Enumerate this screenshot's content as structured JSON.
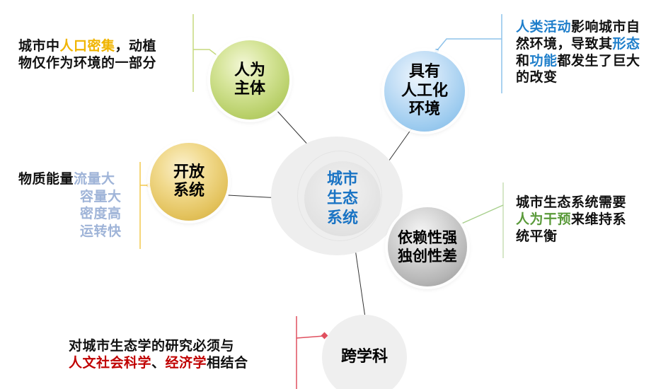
{
  "colors": {
    "orange_highlight": "#f0b400",
    "blue_highlight": "#1f7fcb",
    "lightblue_highlight": "#9fb4d8",
    "green_highlight": "#5a9a3a",
    "red_highlight": "#c00000",
    "center_text": "#1a74c4",
    "green_connector": "#b7cf5f",
    "blue_connector": "#8ec2ea",
    "yellow_connector": "#f2c94c",
    "lightgreen_connector": "#a9d08e",
    "red_connector": "#e0505f"
  },
  "center": {
    "label": "城市\n生态\n系统"
  },
  "nodes": {
    "human": {
      "label": "人为\n主体"
    },
    "artificial": {
      "label": "具有\n人工化\n环境"
    },
    "open": {
      "label": "开放\n系统"
    },
    "dependent": {
      "label": "依赖性强\n独创性差"
    },
    "cross": {
      "label": "跨学科"
    }
  },
  "notes": {
    "human": {
      "line1_pre": "城市中",
      "line1_hl": "人口密集",
      "line1_post": "，动植",
      "line2": "物仅作为环境的一部分"
    },
    "artificial": {
      "l1_hl": "人类活动",
      "l1_post": "影响城市自",
      "l2_pre": "然环境，导致其",
      "l2_hl": "形态",
      "l3_pre": "和",
      "l3_hl": "功能",
      "l3_post": "都发生了巨大",
      "l4": "的改变"
    },
    "open": {
      "prefix": "物质能量",
      "items": [
        "流量大",
        "容量大",
        "密度高",
        "运转快"
      ]
    },
    "dependent": {
      "l1": "城市生态系统需要",
      "l2_hl": "人为干预",
      "l2_post": "来维持系",
      "l3": "统平衡"
    },
    "cross": {
      "l1": "对城市生态学的研究必须与",
      "l2_hl1": "人文社会科学",
      "l2_sep": "、",
      "l2_hl2": "经济学",
      "l2_post": "相结合"
    }
  }
}
